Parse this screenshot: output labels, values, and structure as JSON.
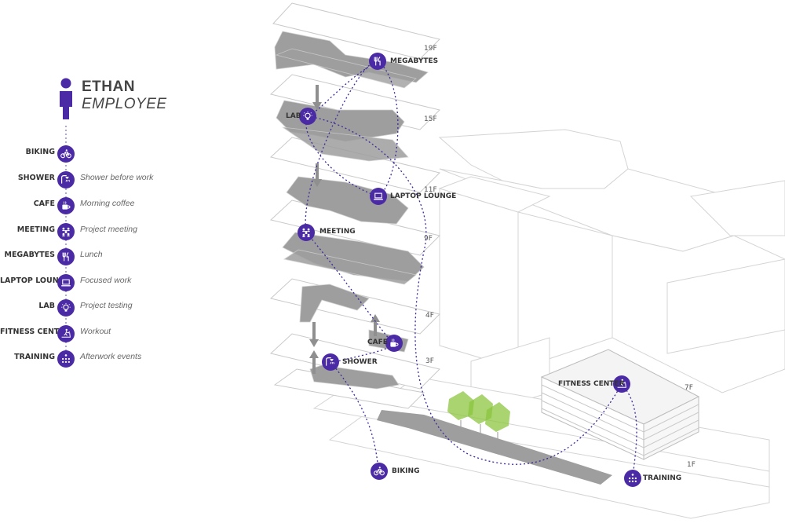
{
  "colors": {
    "accent": "#4b2aa6",
    "path": "#3a2a9a",
    "floor_fill": "#9e9e9e",
    "tree": "#8cc63f"
  },
  "person": {
    "name": "ETHAN",
    "role": "EMPLOYEE"
  },
  "legend": [
    {
      "label": "BIKING",
      "description": "",
      "icon": "bike-icon"
    },
    {
      "label": "SHOWER",
      "description": "Shower before work",
      "icon": "shower-icon"
    },
    {
      "label": "CAFE",
      "description": "Morning coffee",
      "icon": "coffee-icon"
    },
    {
      "label": "MEETING",
      "description": "Project meeting",
      "icon": "meeting-icon"
    },
    {
      "label": "MEGABYTES",
      "description": "Lunch",
      "icon": "fork-knife-icon"
    },
    {
      "label": "LAPTOP LOUNGE",
      "description": "Focused work",
      "icon": "laptop-icon"
    },
    {
      "label": "LAB",
      "description": "Project testing",
      "icon": "lightbulb-icon"
    },
    {
      "label": "FITNESS CENTER",
      "description": "Workout",
      "icon": "treadmill-icon"
    },
    {
      "label": "TRAINING",
      "description": "Afterwork events",
      "icon": "audience-icon"
    }
  ],
  "map_labels": {
    "megabytes": "MEGABYTES",
    "lab": "LAB",
    "laptop_lounge": "LAPTOP LOUNGE",
    "meeting": "MEETING",
    "cafe": "CAFE",
    "shower": "SHOWER",
    "biking": "BIKING",
    "fitness_center": "FITNESS CENTER",
    "training": "TRAINING"
  },
  "floors": {
    "f19": "19F",
    "f15": "15F",
    "f11": "11F",
    "f9": "9F",
    "f4": "4F",
    "f3": "3F",
    "f7": "7F",
    "f1": "1F"
  }
}
